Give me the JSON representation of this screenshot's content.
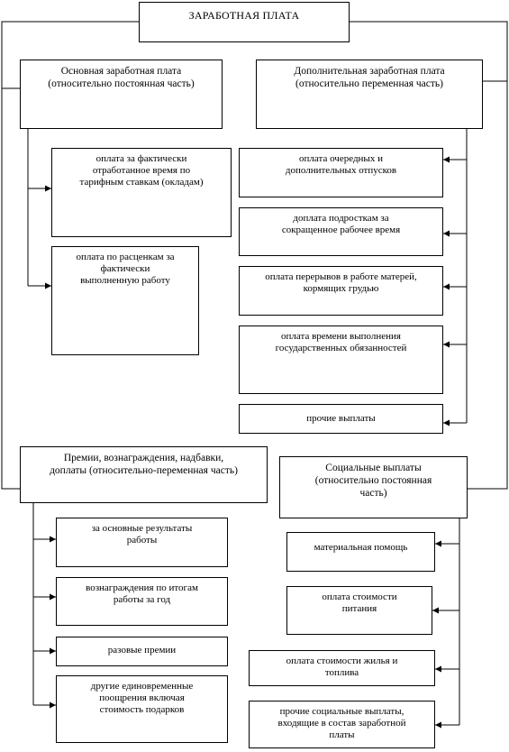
{
  "title": "ЗАРАБОТНАЯ ПЛАТА",
  "groups": {
    "basic": {
      "label": "Основная заработная плата\n(относительно постоянная часть)",
      "items": [
        "оплата за фактически\nотработанное время по\nтарифным ставкам (окладам)",
        "оплата по расценкам за\nфактически\nвыполненную работу"
      ]
    },
    "additional": {
      "label": "Дополнительная заработная плата\n(относительно переменная часть)",
      "items": [
        "оплата очередных и\nдополнительных  отпусков",
        "доплата подросткам за\nсокращенное рабочее время",
        "оплата перерывов в работе матерей,\nкормящих грудью",
        "оплата времени выполнения\nгосударственных обязанностей",
        "прочие выплаты"
      ]
    },
    "bonuses": {
      "label": "Премии, вознаграждения, надбавки,\nдоплаты  (относительно-переменная часть)",
      "items": [
        "за основные результаты\nработы",
        "вознаграждения по итогам\nработы за год",
        "разовые премии",
        "другие единовременные\nпоощрения включая\nстоимость подарков"
      ]
    },
    "social": {
      "label": "Социальные выплаты\n(относительно постоянная\nчасть)",
      "items": [
        "материальная помощь",
        "оплата стоимости\nпитания",
        "оплата стоимости жилья и\nтоплива",
        "прочие социальные выплаты,\nвходящие  в состав заработной\nплаты"
      ]
    }
  }
}
